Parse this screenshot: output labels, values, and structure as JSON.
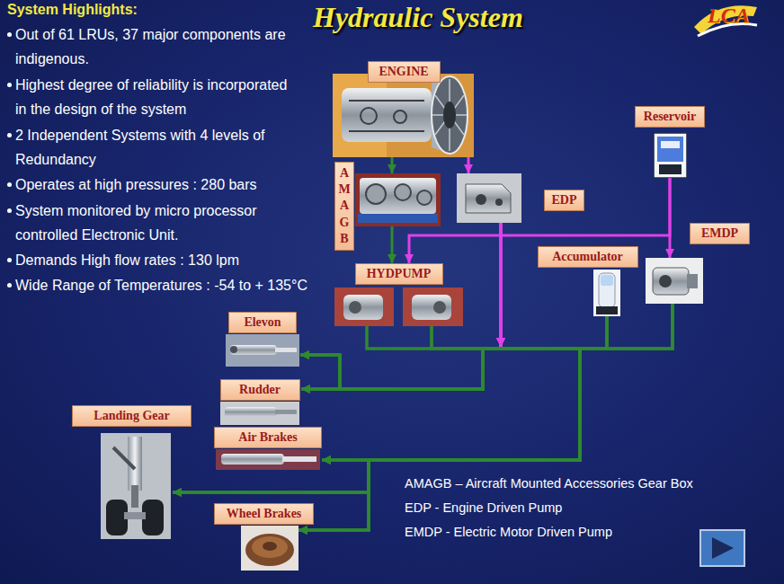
{
  "diagram": {
    "title": "Hydraulic System",
    "nodes": [
      {
        "text": [
          "ENGINE"
        ]
      },
      {
        "text": [
          "AMAGB"
        ]
      },
      {
        "text": [
          "EDP"
        ]
      },
      {
        "text": [
          "Reservoir"
        ]
      },
      {
        "text": [
          "EMDP"
        ]
      },
      {
        "text": [
          "HYDPUMP"
        ]
      },
      {
        "text": [
          "Accumulator"
        ]
      },
      {
        "text": [
          "Elevon"
        ]
      },
      {
        "text": [
          "Rudder"
        ]
      },
      {
        "text": [
          "Landing Gear"
        ]
      },
      {
        "text": [
          "Air Brakes"
        ]
      },
      {
        "text": [
          "Wheel Brakes"
        ]
      }
    ],
    "edges": [
      {
        "from": 0,
        "to": 1,
        "arrow": "to"
      },
      {
        "from": 0,
        "to": 2,
        "arrow": "to"
      },
      {
        "from": 1,
        "to": 5,
        "arrow": "to"
      },
      {
        "from": 3,
        "to": 4,
        "arrow": "to"
      },
      {
        "from": 3,
        "to": 5,
        "arrow": "to"
      },
      {
        "from": 5,
        "to": 7,
        "arrow": "to"
      },
      {
        "from": 5,
        "to": 8,
        "arrow": "to"
      },
      {
        "from": 5,
        "to": 10,
        "arrow": "to"
      },
      {
        "from": 5,
        "to": 9,
        "arrow": "to"
      },
      {
        "from": 5,
        "to": 11,
        "arrow": "to"
      },
      {
        "from": 2,
        "to": 7,
        "arrow": "to"
      },
      {
        "from": 2,
        "to": 8,
        "arrow": "to"
      },
      {
        "from": 2,
        "to": 10,
        "arrow": "to"
      },
      {
        "from": 2,
        "to": 9,
        "arrow": "to"
      },
      {
        "from": 2,
        "to": 11,
        "arrow": "to"
      },
      {
        "from": 6,
        "to": 7,
        "arrow": "to"
      },
      {
        "from": 6,
        "to": 8,
        "arrow": "to"
      },
      {
        "from": 6,
        "to": 10,
        "arrow": "to"
      },
      {
        "from": 6,
        "to": 9,
        "arrow": "to"
      },
      {
        "from": 6,
        "to": 11,
        "arrow": "to"
      },
      {
        "from": 4,
        "to": 7,
        "arrow": "to"
      },
      {
        "from": 4,
        "to": 8,
        "arrow": "to"
      },
      {
        "from": 4,
        "to": 10,
        "arrow": "to"
      },
      {
        "from": 4,
        "to": 9,
        "arrow": "to"
      },
      {
        "from": 4,
        "to": 11,
        "arrow": "to"
      }
    ],
    "labels": [
      "System Highlights:",
      "Out of 61 LRUs, 37 major components are indigenous.",
      "Highest degree of reliability is incorporated in the design of the system",
      "2 Independent Systems with 4 levels of Redundancy",
      "Operates at high pressures : 280 bars",
      "System monitored by micro processor controlled Electronic Unit.",
      "Demands High flow rates : 130 lpm",
      "Wide Range of Temperatures : -54 to + 135°C",
      "LCA",
      "AMAGB – Aircraft Mounted Accessories Gear Box",
      "EDP - Engine Driven Pump",
      "EMDP - Electric Motor Driven Pump"
    ]
  }
}
